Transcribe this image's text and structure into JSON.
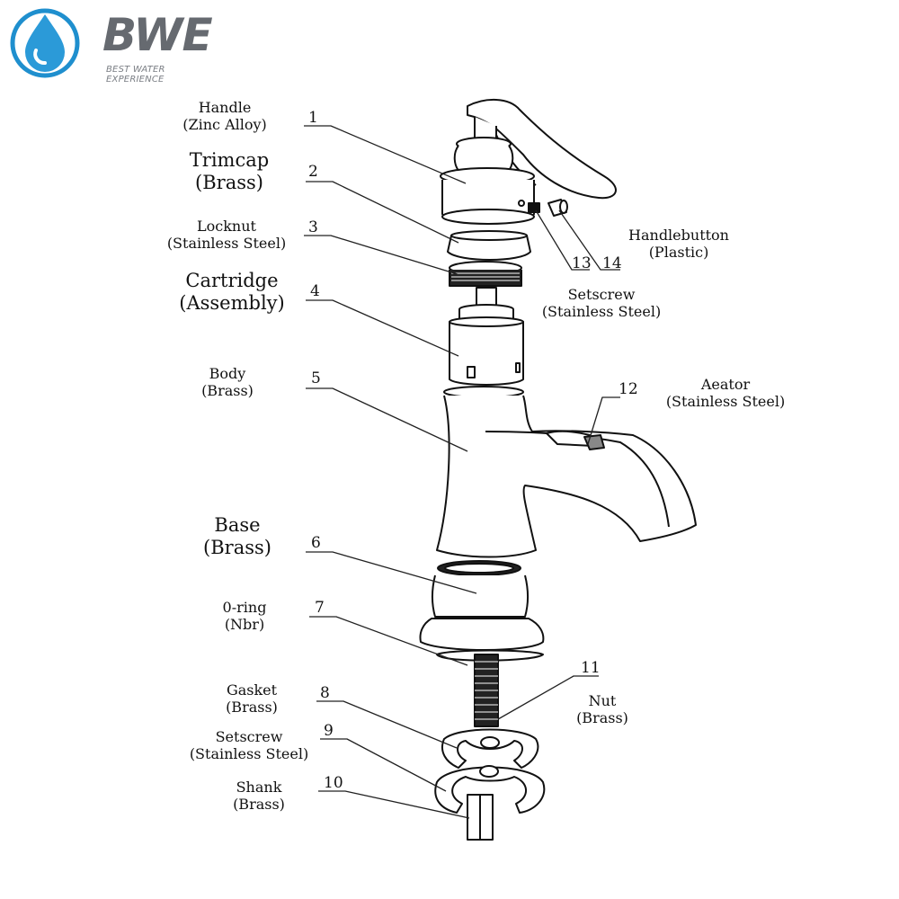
{
  "brand": {
    "name": "BWE",
    "tagline": "BEST WATER EXPERIENCE",
    "colors": {
      "drop": "#1f8fce",
      "text": "#666a70"
    }
  },
  "parts": [
    {
      "num": "1",
      "name": "Handle",
      "material": "(Zinc Alloy)"
    },
    {
      "num": "2",
      "name": "Trimcap",
      "material": "(Brass)"
    },
    {
      "num": "3",
      "name": "Locknut",
      "material": "(Stainless Steel)"
    },
    {
      "num": "4",
      "name": "Cartridge",
      "material": "(Assembly)"
    },
    {
      "num": "5",
      "name": "Body",
      "material": "(Brass)"
    },
    {
      "num": "6",
      "name": "Base",
      "material": "(Brass)"
    },
    {
      "num": "7",
      "name": "0-ring",
      "material": "(Nbr)"
    },
    {
      "num": "8",
      "name": "Gasket",
      "material": "(Brass)"
    },
    {
      "num": "9",
      "name": "Setscrew",
      "material": "(Stainless Steel)"
    },
    {
      "num": "10",
      "name": "Shank",
      "material": "(Brass)"
    },
    {
      "num": "11",
      "name": "Nut",
      "material": "(Brass)"
    },
    {
      "num": "12",
      "name": "Aeator",
      "material": "(Stainless Steel)"
    },
    {
      "num": "13",
      "name": "Setscrew",
      "material": "(Stainless Steel)"
    },
    {
      "num": "14",
      "name": "Handlebutton",
      "material": "(Plastic)"
    }
  ]
}
